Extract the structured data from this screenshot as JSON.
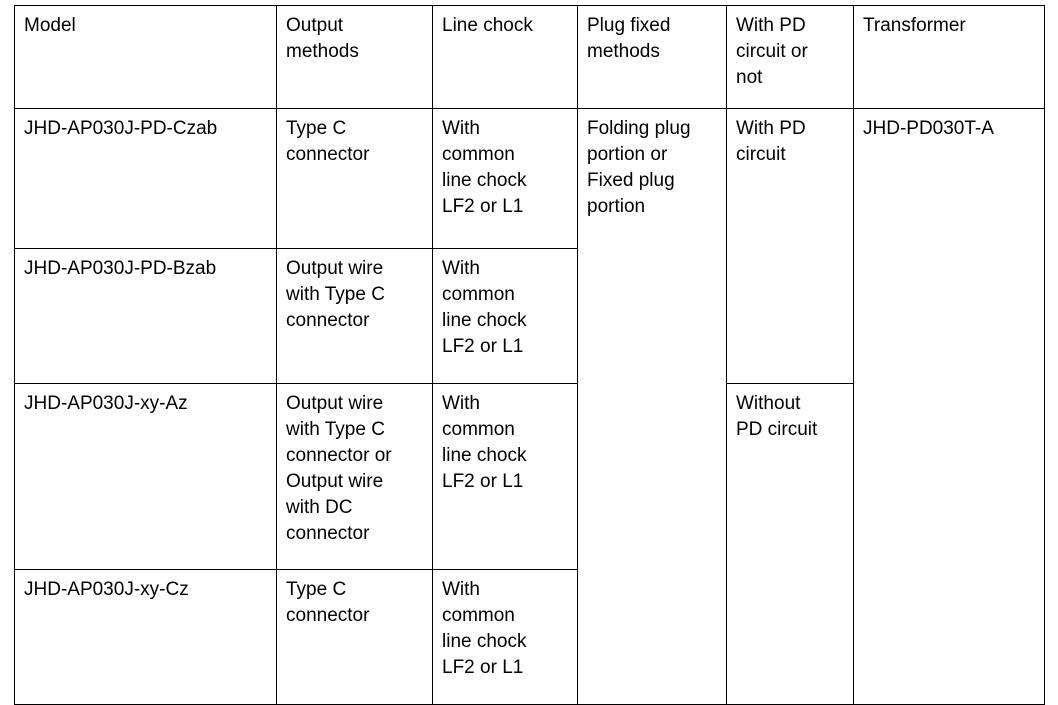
{
  "document": {
    "type": "specification-table",
    "background_color": "#ffffff",
    "text_color": "#000000",
    "border_color": "#000000"
  },
  "table": {
    "columns": [
      {
        "key": "model",
        "header": "Model"
      },
      {
        "key": "output_methods",
        "header": "Output\nmethods"
      },
      {
        "key": "line_chock",
        "header": "Line chock"
      },
      {
        "key": "plug_fixed_methods",
        "header": "Plug fixed\nmethods"
      },
      {
        "key": "pd_circuit",
        "header": "With PD\ncircuit or\nnot"
      },
      {
        "key": "transformer",
        "header": "Transformer"
      }
    ],
    "rows": [
      {
        "model": "JHD-AP030J-PD-Czab",
        "output_methods": "Type C\nconnector",
        "line_chock": "With\ncommon\nline chock\nLF2 or L1"
      },
      {
        "model": "JHD-AP030J-PD-Bzab",
        "output_methods": "Output wire\nwith Type C\nconnector",
        "line_chock": "With\ncommon\nline chock\nLF2 or L1"
      },
      {
        "model": "JHD-AP030J-xy-Az",
        "output_methods": "Output wire\nwith Type C\nconnector or\nOutput wire\nwith DC\nconnector",
        "line_chock": "With\ncommon\nline chock\nLF2 or L1"
      },
      {
        "model": "JHD-AP030J-xy-Cz",
        "output_methods": "Type C\nconnector",
        "line_chock": "With\ncommon\nline chock\nLF2 or L1"
      }
    ],
    "merged_cells": {
      "plug_fixed_methods": "Folding plug\nportion or\nFixed plug\nportion",
      "pd_circuit_rows_1_2": "With PD\ncircuit",
      "pd_circuit_rows_3_4": "Without\nPD circuit",
      "transformer": "JHD-PD030T-A"
    }
  }
}
